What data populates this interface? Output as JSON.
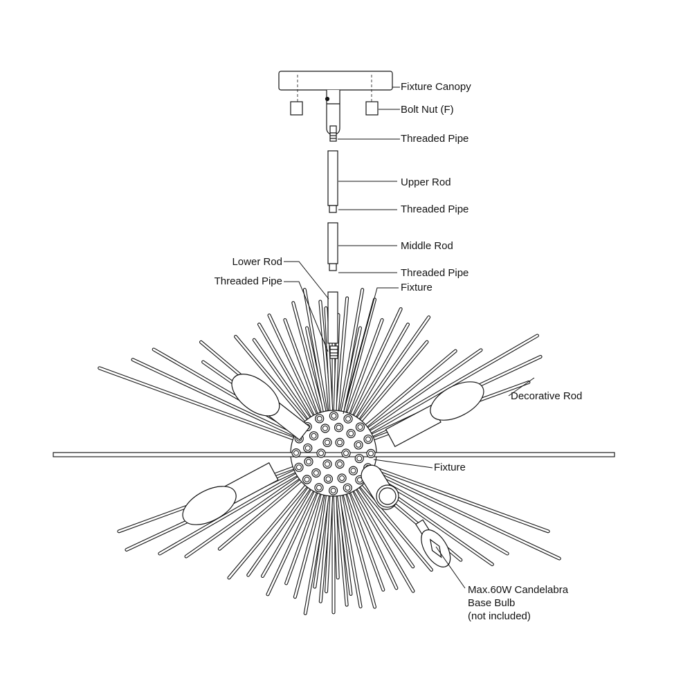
{
  "labels": {
    "fixture_canopy": "Fixture Canopy",
    "bolt_nut": "Bolt Nut (F)",
    "threaded_pipe_1": "Threaded Pipe",
    "upper_rod": "Upper Rod",
    "threaded_pipe_2": "Threaded Pipe",
    "middle_rod": "Middle Rod",
    "threaded_pipe_3": "Threaded Pipe",
    "lower_rod": "Lower Rod",
    "threaded_pipe_4": "Threaded Pipe",
    "fixture_top": "Fixture",
    "decorative_rod": "Decorative Rod",
    "fixture_mid": "Fixture",
    "bulb_line1": "Max.60W Candelabra",
    "bulb_line2": "Base Bulb",
    "bulb_line3": "(not included)"
  },
  "colors": {
    "ink": "#111111",
    "paper": "#ffffff"
  }
}
